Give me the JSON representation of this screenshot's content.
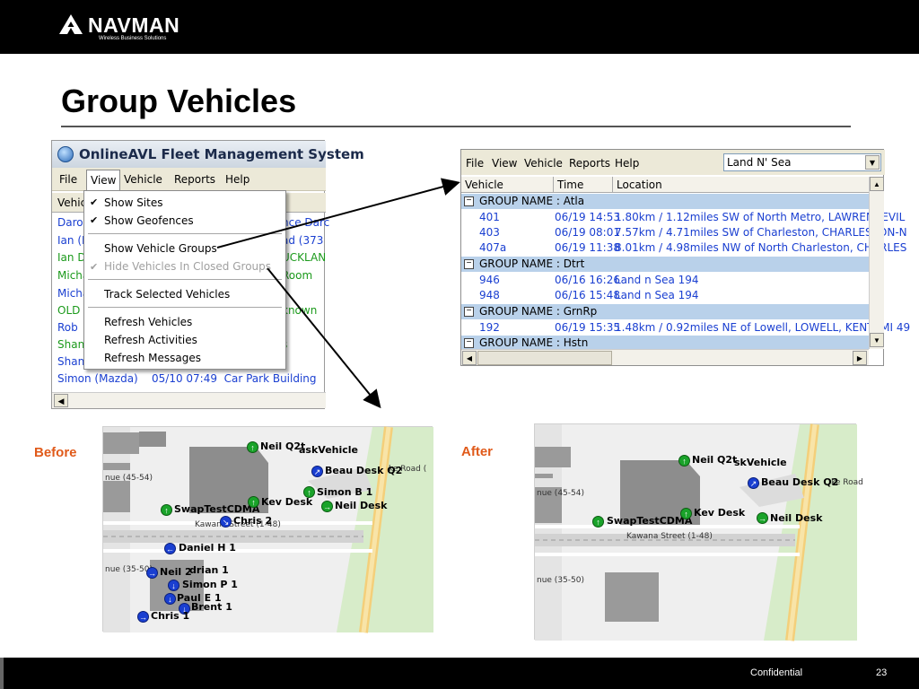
{
  "brand": {
    "name": "NAVMAN",
    "tagline": "Wireless Business Solutions"
  },
  "slide": {
    "title": "Group Vehicles",
    "footer_label": "Confidential",
    "page_number": "23"
  },
  "left_window": {
    "title": "OnlineAVL Fleet Management System",
    "menu": [
      "File",
      "View",
      "Vehicle",
      "Reports",
      "Help"
    ],
    "column_header": "Vehic",
    "rows": [
      {
        "text": "Daron",
        "color": "blue",
        "right": "nce Darc"
      },
      {
        "text": "Ian (I",
        "color": "blue",
        "right": "ad (373"
      },
      {
        "text": "Ian D",
        "color": "green",
        "right": "UCKLAN"
      },
      {
        "text": "Micha",
        "color": "green",
        "right": "Room"
      },
      {
        "text": "Micha",
        "color": "blue",
        "right": ""
      },
      {
        "text": "OLD I",
        "color": "green",
        "right": "known"
      },
      {
        "text": "Rob",
        "color": "blue",
        "right": ""
      },
      {
        "text": "Shan",
        "color": "green",
        "right": "s"
      },
      {
        "text": "Shan",
        "color": "blue",
        "right": ""
      },
      {
        "text": "Simon (Mazda)    05/10 07:49  Car Park Building",
        "color": "blue",
        "right": ""
      }
    ],
    "view_menu": {
      "items": [
        {
          "label": "Show Sites",
          "checked": true,
          "disabled": false
        },
        {
          "label": "Show Geofences",
          "checked": true,
          "disabled": false
        },
        {
          "label": "Show Vehicle Groups",
          "checked": false,
          "disabled": false
        },
        {
          "label": "Hide Vehicles In Closed Groups",
          "checked": true,
          "disabled": true
        },
        {
          "label": "Track Selected Vehicles",
          "checked": false,
          "disabled": false
        },
        {
          "label": "Refresh Vehicles",
          "checked": false,
          "disabled": false
        },
        {
          "label": "Refresh Activities",
          "checked": false,
          "disabled": false
        },
        {
          "label": "Refresh Messages",
          "checked": false,
          "disabled": false
        }
      ]
    }
  },
  "right_window": {
    "menu": [
      "File",
      "View",
      "Vehicle",
      "Reports",
      "Help"
    ],
    "combo_value": "Land N' Sea",
    "columns": [
      "Vehicle",
      "Time",
      "Location"
    ],
    "groups": [
      {
        "name": "GROUP NAME : Atla",
        "rows": [
          {
            "vehicle": "401",
            "time": "06/19 14:53",
            "location": "1.80km / 1.12miles SW of North Metro, LAWRENCEVIL"
          },
          {
            "vehicle": "403",
            "time": "06/19 08:01",
            "location": "7.57km / 4.71miles SW of Charleston, CHARLESTON-N"
          },
          {
            "vehicle": "407a",
            "time": "06/19 11:38",
            "location": "8.01km / 4.98miles NW of North Charleston, CHARLES"
          }
        ]
      },
      {
        "name": "GROUP NAME : Dtrt",
        "rows": [
          {
            "vehicle": "946",
            "time": "06/16 16:26",
            "location": "Land n Sea 194"
          },
          {
            "vehicle": "948",
            "time": "06/16 15:48",
            "location": "Land n Sea 194"
          }
        ]
      },
      {
        "name": "GROUP NAME : GrnRp",
        "rows": [
          {
            "vehicle": "192",
            "time": "06/19 15:35",
            "location": "1.48km / 0.92miles NE of Lowell, LOWELL, KENT, MI 49"
          }
        ]
      },
      {
        "name": "GROUP NAME : Hstn",
        "rows": []
      }
    ]
  },
  "maps": {
    "before_label": "Before",
    "after_label": "After",
    "before": {
      "streets": [
        "nue (45-54)",
        "ke Road (",
        "Kawana Street (1-48)",
        "nue (35-50)"
      ],
      "vehicles": [
        {
          "label": "Neil Q2t",
          "pin": "g"
        },
        {
          "label": "askVehicle",
          "pin": ""
        },
        {
          "label": "Beau Desk Q2",
          "pin": "b"
        },
        {
          "label": "SwapTestCDMA",
          "pin": "g"
        },
        {
          "label": "Kev Desk",
          "pin": "g"
        },
        {
          "label": "Simon B 1",
          "pin": "g"
        },
        {
          "label": "Neil Desk",
          "pin": "g"
        },
        {
          "label": "Chris 2",
          "pin": "b"
        },
        {
          "label": "Daniel H 1",
          "pin": "b"
        },
        {
          "label": "Neil 2",
          "pin": "b"
        },
        {
          "label": "drian 1",
          "pin": ""
        },
        {
          "label": "Simon P 1",
          "pin": "b"
        },
        {
          "label": "Paul E 1",
          "pin": "b"
        },
        {
          "label": "Brent 1",
          "pin": "b"
        },
        {
          "label": "Chris 1",
          "pin": "b"
        }
      ]
    },
    "after": {
      "streets": [
        "nue (45-54)",
        "ke Road",
        "Kawana Street (1-48)",
        "nue (35-50)"
      ],
      "vehicles": [
        {
          "label": "Neil Q2t",
          "pin": "g"
        },
        {
          "label": "skVehicle",
          "pin": ""
        },
        {
          "label": "Beau Desk Q2",
          "pin": "b"
        },
        {
          "label": "SwapTestCDMA",
          "pin": "g"
        },
        {
          "label": "Kev Desk",
          "pin": "g"
        },
        {
          "label": "Neil Desk",
          "pin": "g"
        }
      ]
    }
  },
  "colors": {
    "accent_label": "#e05a1a",
    "group_row": "#b9d1ea",
    "link_blue": "#1a3fd1",
    "online_green": "#1b9a1b"
  }
}
